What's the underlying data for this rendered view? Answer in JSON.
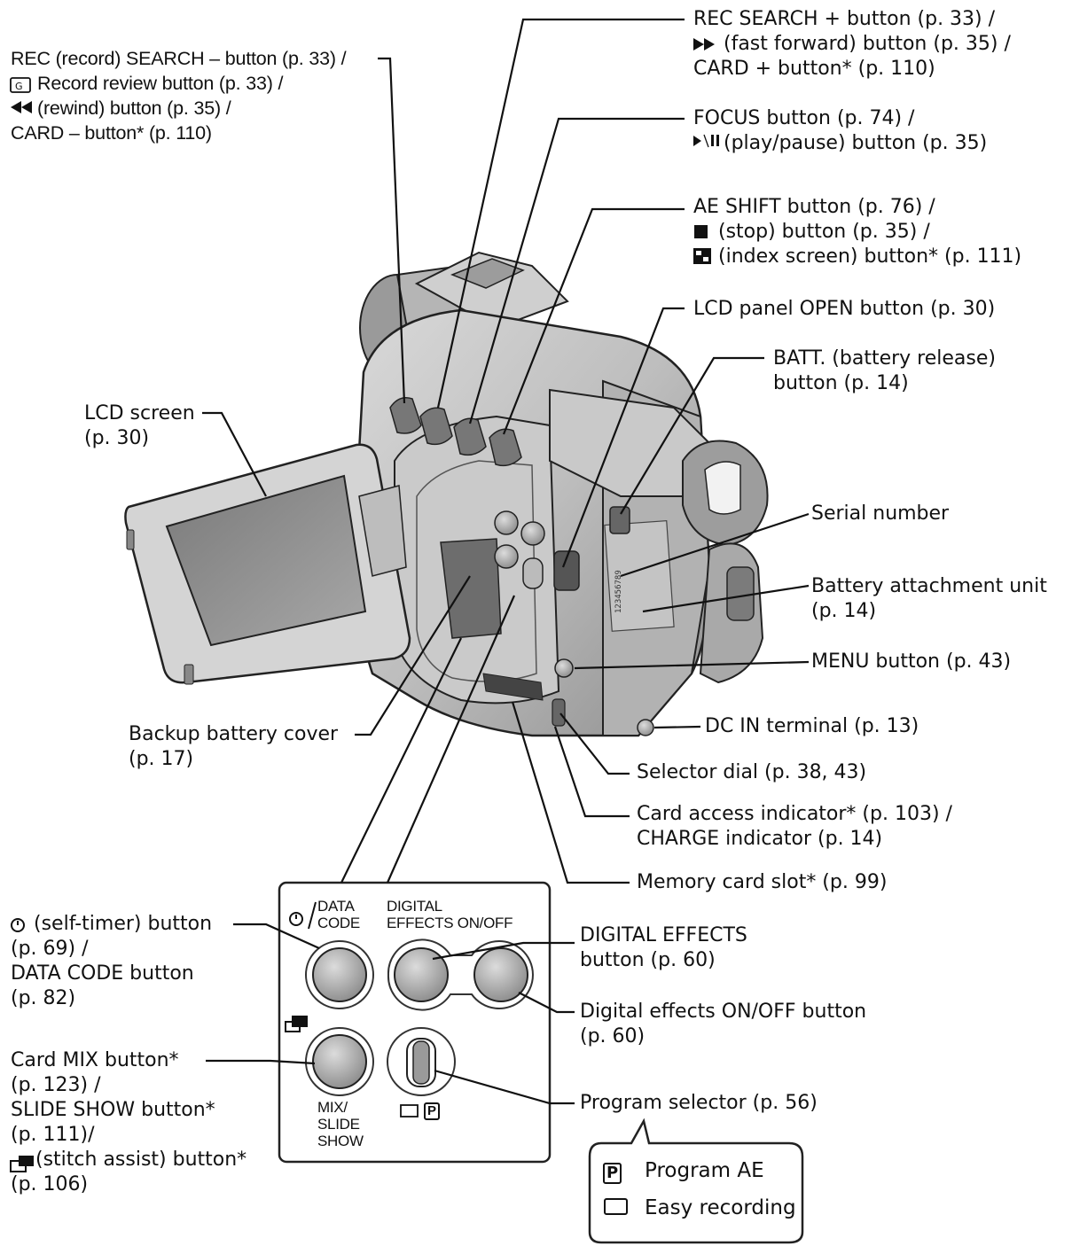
{
  "labels": {
    "rec_search_minus": [
      "REC (record) SEARCH – button (p. 33) /",
      "Record review button (p. 33) /",
      "(rewind) button (p. 35) /",
      "CARD – button* (p. 110)"
    ],
    "rec_search_plus": [
      "REC SEARCH + button (p. 33) /",
      "(fast forward) button (p. 35) /",
      "CARD + button* (p. 110)"
    ],
    "focus": [
      "FOCUS button (p. 74) /",
      "(play/pause) button (p. 35)"
    ],
    "ae_shift": [
      "AE SHIFT button (p. 76) /",
      "(stop) button (p. 35) /",
      "(index screen) button* (p. 111)"
    ],
    "lcd_open": "LCD panel OPEN button (p. 30)",
    "batt": [
      "BATT. (battery release)",
      "button (p. 14)"
    ],
    "lcd_screen": [
      "LCD screen",
      "(p. 30)"
    ],
    "serial": "Serial number",
    "battery_unit": [
      "Battery attachment unit",
      "(p. 14)"
    ],
    "menu": "MENU button (p. 43)",
    "dc_in": "DC IN terminal (p. 13)",
    "backup_battery": [
      "Backup battery cover",
      "(p. 17)"
    ],
    "selector_dial": "Selector dial (p. 38, 43)",
    "card_access": [
      "Card access indicator* (p. 103) /",
      "CHARGE indicator  (p. 14)"
    ],
    "memory_slot": "Memory card slot* (p. 99)",
    "self_timer": [
      "(self-timer) button",
      "(p. 69) /",
      "DATA CODE button",
      "(p. 82)"
    ],
    "digital_effects": [
      "DIGITAL EFFECTS",
      "button (p. 60)"
    ],
    "de_onoff": [
      "Digital effects ON/OFF button",
      "(p. 60)"
    ],
    "card_mix": [
      "Card MIX button*",
      "(p. 123) /",
      "SLIDE SHOW button*",
      "(p. 111)/",
      "(stitch assist) button*",
      "(p. 106)"
    ],
    "program_selector": "Program selector (p. 56)"
  },
  "panel": {
    "data_code": [
      "DATA",
      "CODE"
    ],
    "digital": [
      "DIGITAL",
      "EFFECTS ON/OFF"
    ],
    "mix": [
      "MIX/",
      "SLIDE",
      "SHOW"
    ],
    "p_key": "P"
  },
  "legend": {
    "program_ae": "Program AE",
    "easy_recording": "Easy recording",
    "p_key": "P"
  },
  "serial_print": "123456789"
}
